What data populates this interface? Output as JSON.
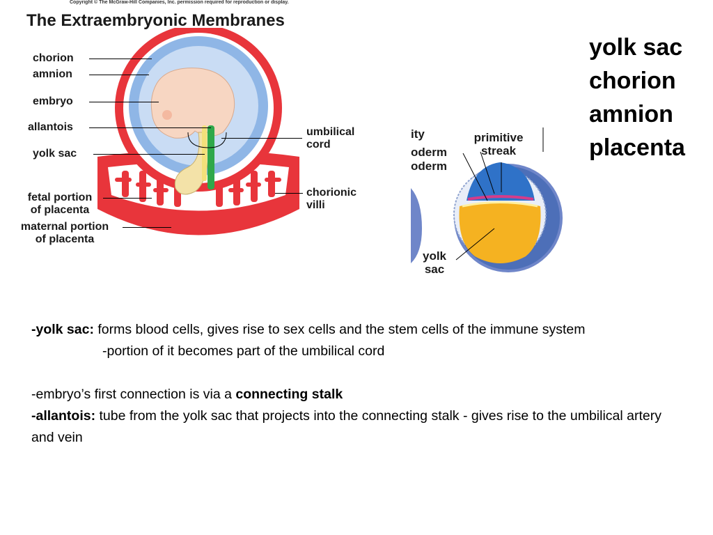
{
  "figure1": {
    "copyright": "Copyright © The McGraw-Hill Companies, Inc. permission required for reproduction or display.",
    "title": "The Extraembryonic Membranes",
    "labels": {
      "chorion": "chorion",
      "amnion": "amnion",
      "embryo": "embryo",
      "allantois": "allantois",
      "yolk_sac": "yolk sac",
      "fetal_portion_1": "fetal portion",
      "fetal_portion_2": "of placenta",
      "maternal_portion_1": "maternal portion",
      "maternal_portion_2": "of placenta",
      "umbilical_1": "umbilical",
      "umbilical_2": "cord",
      "chorionic_1": "chorionic",
      "chorionic_2": "villi"
    }
  },
  "figure2": {
    "labels": {
      "ity": "ity",
      "oderm1": "oderm",
      "oderm2": "oderm",
      "primitive": "primitive",
      "streak": "streak",
      "yolk": "yolk",
      "sac": "sac"
    }
  },
  "terms": [
    "yolk sac",
    "chorion",
    "amnion",
    "placenta"
  ],
  "notes": {
    "line1_bold": "-yolk sac:",
    "line1_text": " forms blood cells, gives rise to sex cells and the stem cells of the immune system",
    "line2": "-portion of it  becomes part of the umbilical cord",
    "line3_text": "-embryo’s first connection is via a ",
    "line3_bold": "connecting stalk",
    "line4_bold": "-allantois:",
    "line4_text": " tube from the yolk sac that projects into the connecting stalk - gives rise to the umbilical artery and vein"
  }
}
